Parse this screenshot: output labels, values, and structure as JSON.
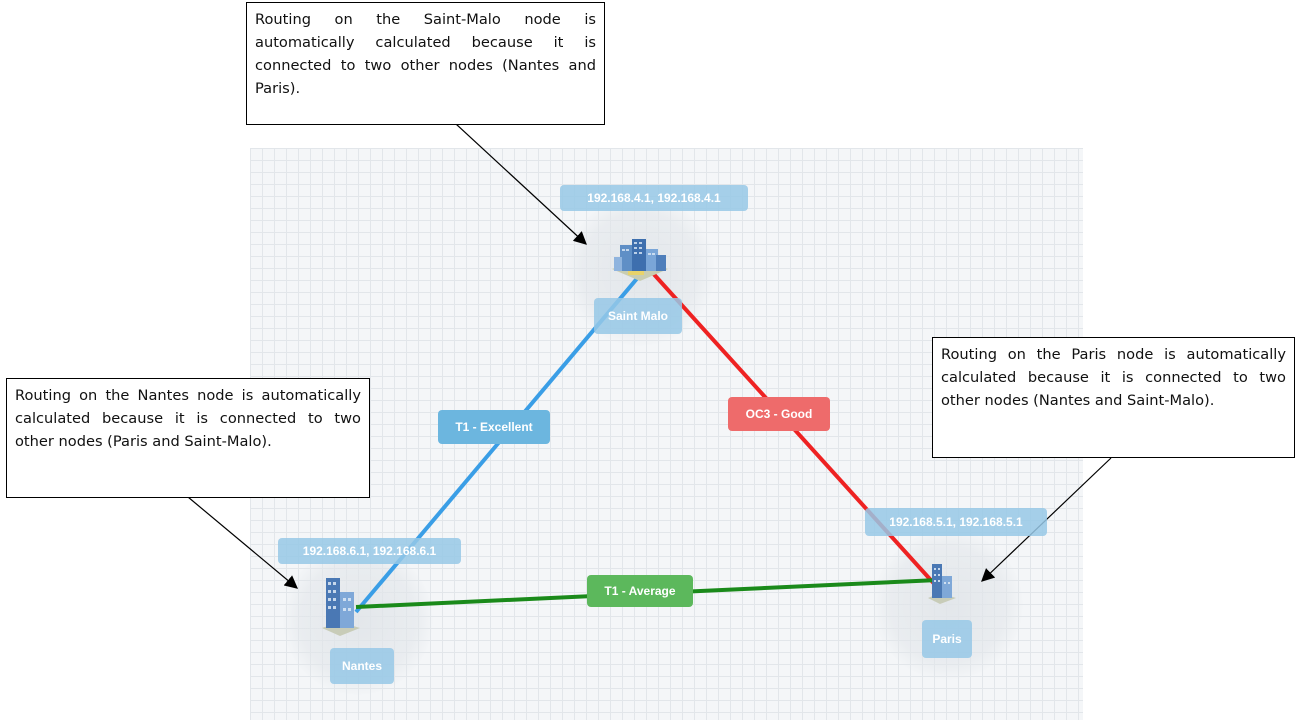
{
  "nodes": [
    {
      "id": "saint-malo",
      "name": "Saint Malo",
      "ip": "192.168.4.1, 192.168.4.1"
    },
    {
      "id": "nantes",
      "name": "Nantes",
      "ip": "192.168.6.1, 192.168.6.1"
    },
    {
      "id": "paris",
      "name": "Paris",
      "ip": "192.168.5.1, 192.168.5.1"
    }
  ],
  "links": [
    {
      "from": "nantes",
      "to": "saint-malo",
      "label": "T1 - Excellent",
      "color": "#3a9ee6"
    },
    {
      "from": "saint-malo",
      "to": "paris",
      "label": "OC3 - Good",
      "color": "#ee2222"
    },
    {
      "from": "nantes",
      "to": "paris",
      "label": "T1 - Average",
      "color": "#1a8a1a"
    }
  ],
  "callouts": {
    "saint_malo": "Routing on the Saint-Malo node is automatically calculated because it is connected to two other nodes (Nantes and Paris).",
    "paris": "Routing on the Paris node is automatically calculated because it is connected to two other nodes (Nantes and Saint-Malo).",
    "nantes": "Routing on the Nantes node is automatically calculated because it is connected to two other nodes (Paris and Saint-Malo)."
  },
  "colors": {
    "grid_bg": "#f4f6f8",
    "pill_bg": "#96c8e6"
  }
}
